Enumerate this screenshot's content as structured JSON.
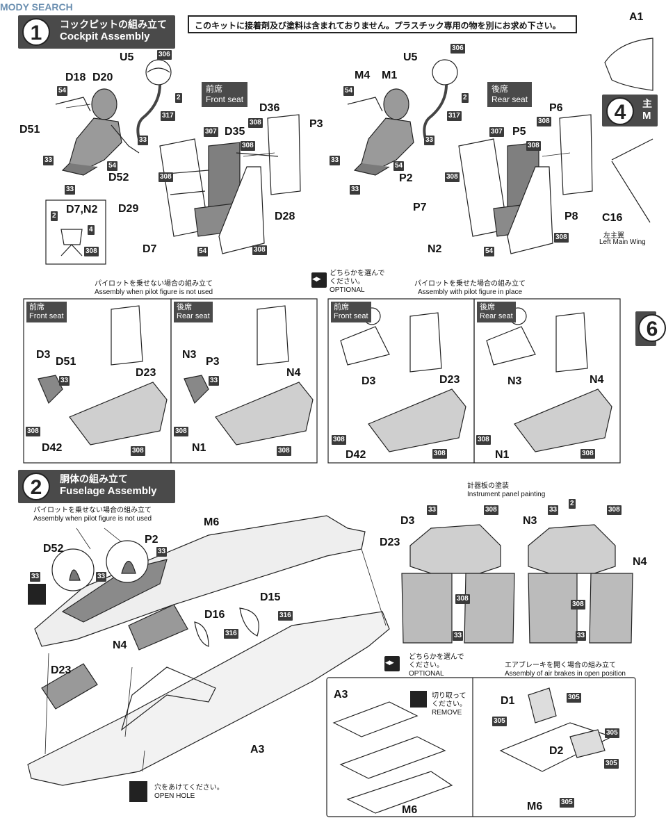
{
  "watermark": "MODY SEARCH",
  "notice": "このキットに接着剤及び塗料は含まれておりません。プラスチック専用の物を別にお求め下さい。",
  "step1": {
    "num": "1",
    "jp": "コックピットの組み立て",
    "en": "Cockpit Assembly"
  },
  "step2": {
    "num": "2",
    "jp": "胴体の組み立て",
    "en": "Fuselage Assembly"
  },
  "step4": {
    "num": "4",
    "jp": "主",
    "en": "M"
  },
  "step6": {
    "num": "6"
  },
  "front_seat": {
    "jp": "前席",
    "en": "Front seat"
  },
  "rear_seat": {
    "jp": "後席",
    "en": "Rear seat"
  },
  "labels": {
    "u5": "U5",
    "d18": "D18",
    "d20": "D20",
    "d51": "D51",
    "d52": "D52",
    "d7n2": "D7,N2",
    "d36": "D36",
    "d35": "D35",
    "d29": "D29",
    "d28": "D28",
    "d7": "D7",
    "m4": "M4",
    "m1": "M1",
    "p3": "P3",
    "p2": "P2",
    "p6": "P6",
    "p5": "P5",
    "p7": "P7",
    "p8": "P8",
    "n2": "N2",
    "a1": "A1",
    "c16": "C16",
    "d3": "D3",
    "d23": "D23",
    "d42": "D42",
    "n3": "N3",
    "n4": "N4",
    "n1": "N1",
    "m6": "M6",
    "d15": "D15",
    "d16": "D16",
    "a3": "A3",
    "d1": "D1",
    "d2": "D2"
  },
  "codes": {
    "c306": "306",
    "c2": "2",
    "c317": "317",
    "c54": "54",
    "c33": "33",
    "c307": "307",
    "c308": "308",
    "c4": "4",
    "c316": "316",
    "c305": "305"
  },
  "left_main_wing": {
    "jp": "左主翼",
    "en": "Left Main Wing"
  },
  "optional": {
    "jp1": "どちらかを選んで",
    "jp2": "ください。",
    "en": "OPTIONAL"
  },
  "no_pilot": {
    "jp": "パイロットを乗せない場合の組み立て",
    "en": "Assembly when pilot figure is not used"
  },
  "with_pilot": {
    "jp": "パイロットを乗せた場合の組み立て",
    "en": "Assembly with pilot figure in place"
  },
  "instrument": {
    "jp": "計器板の塗装",
    "en": "Instrument panel painting"
  },
  "airbrake": {
    "jp": "エアブレーキを開く場合の組み立て",
    "en": "Assembly of air brakes in open position"
  },
  "remove": {
    "jp": "切り取って",
    "jp2": "ください。",
    "en": "REMOVE"
  },
  "open_hole": {
    "jp": "穴をあけてください。",
    "en": "OPEN HOLE"
  }
}
